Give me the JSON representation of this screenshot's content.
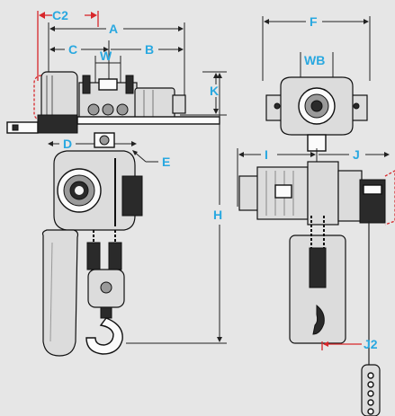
{
  "labels": {
    "c2": "C2",
    "a": "A",
    "c": "C",
    "w": "W",
    "b": "B",
    "k": "K",
    "d": "D",
    "e": "E",
    "h": "H",
    "f": "F",
    "wb": "WB",
    "i": "I",
    "j": "J",
    "j2": "J2"
  },
  "colors": {
    "label": "#29a8e0",
    "dimension_line": "#222222",
    "highlight_line": "#d8262a",
    "background": "#e6e6e6"
  }
}
